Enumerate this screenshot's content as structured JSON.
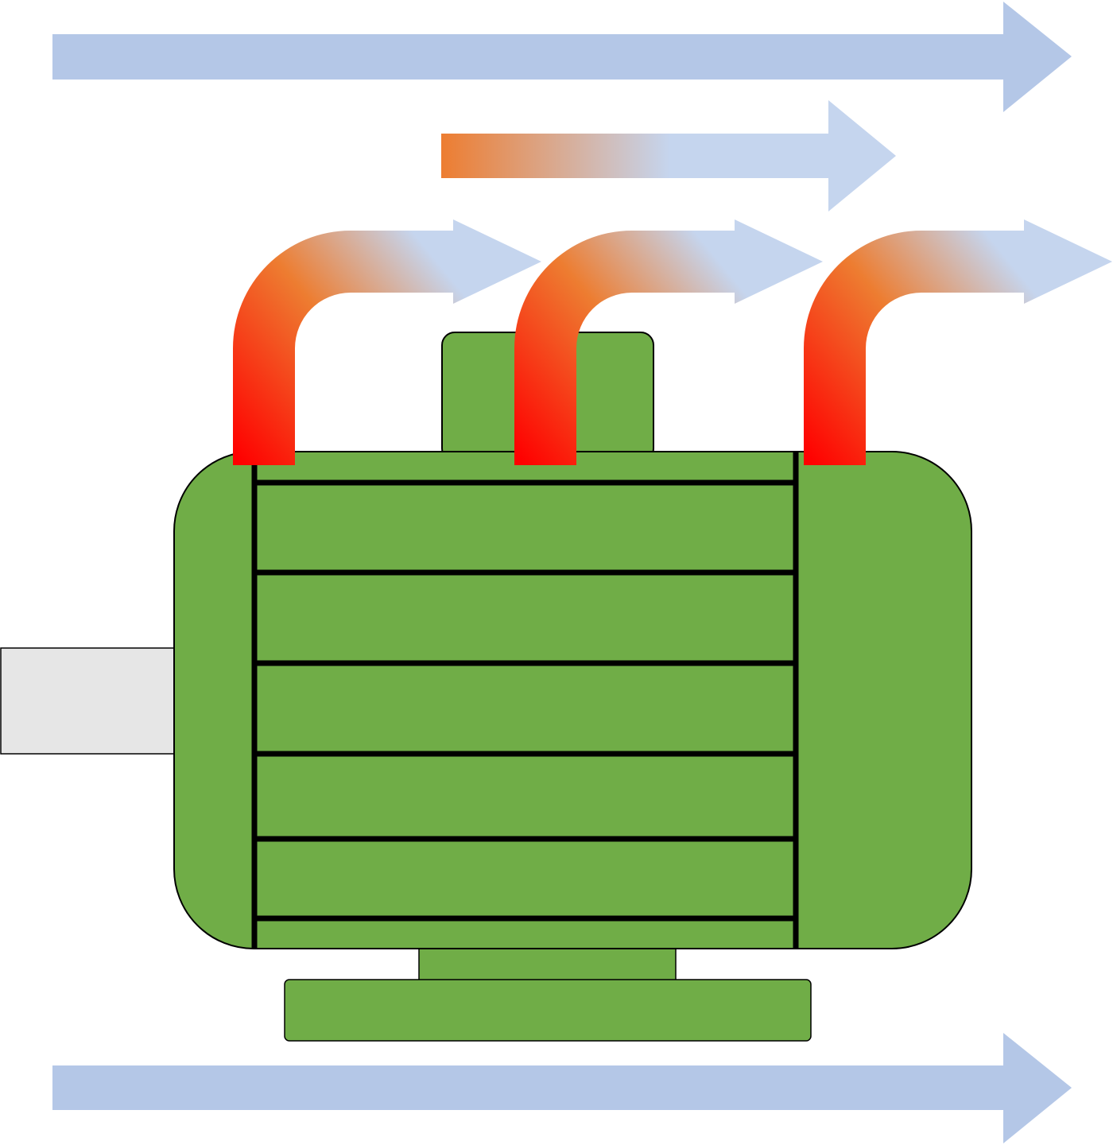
{
  "diagram": {
    "subject": "electric-motor-heat-dissipation",
    "colors": {
      "motor_body": "#70ad47",
      "motor_outline": "#000000",
      "shaft": "#e6e6e6",
      "airflow": "#b4c7e7",
      "airflow_light": "#c5d5ee",
      "heat_hot": "#ff0000",
      "heat_warm": "#ed7d31"
    },
    "elements": {
      "cool_air_streams": 2,
      "mixed_air_streams": 1,
      "heat_plumes": 3,
      "cooling_fins": 6
    }
  }
}
